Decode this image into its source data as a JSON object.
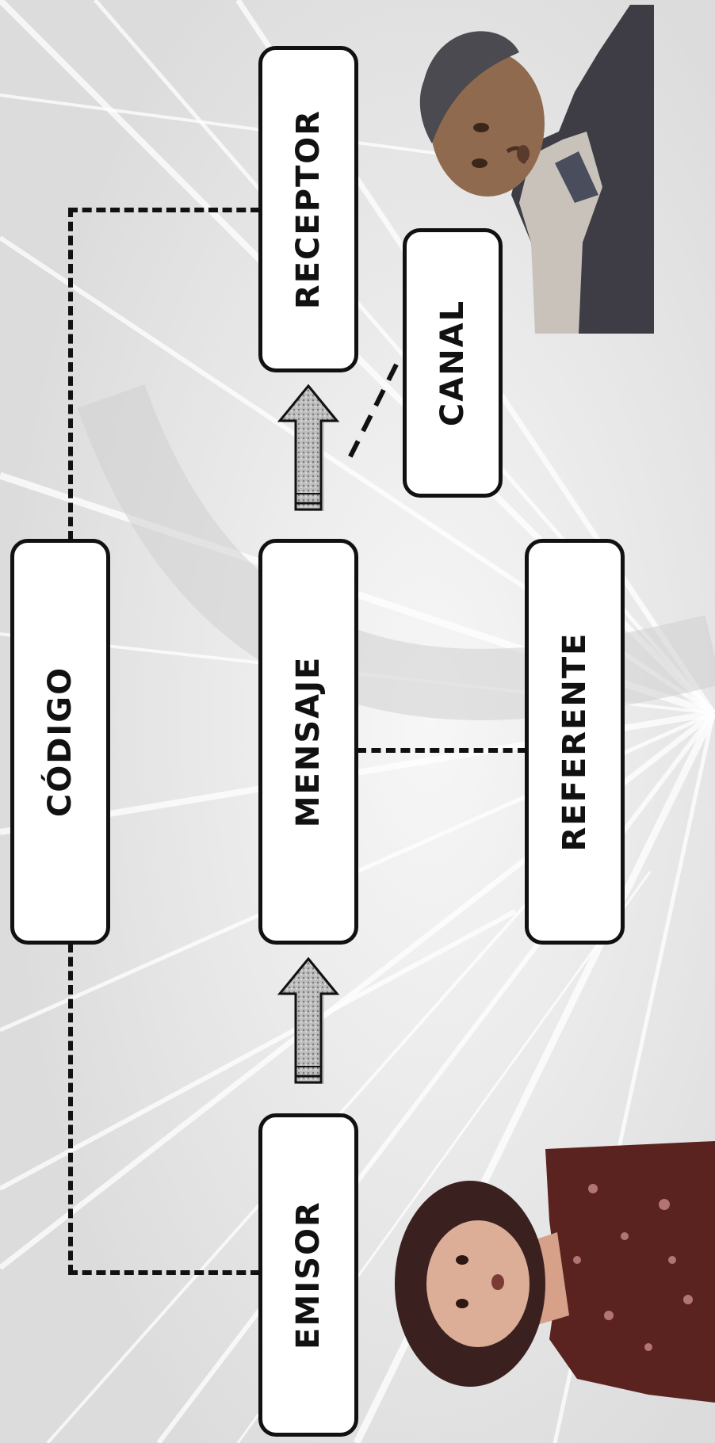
{
  "diagram": {
    "nodes": {
      "codigo": "CÓDIGO",
      "mensaje": "MENSAJE",
      "referente": "REFERENTE",
      "emisor": "EMISOR",
      "receptor": "RECEPTOR",
      "canal": "CANAL"
    },
    "images": {
      "woman": "photo of a woman (emisor)",
      "man": "photo of a man with cap (receptor)"
    }
  }
}
